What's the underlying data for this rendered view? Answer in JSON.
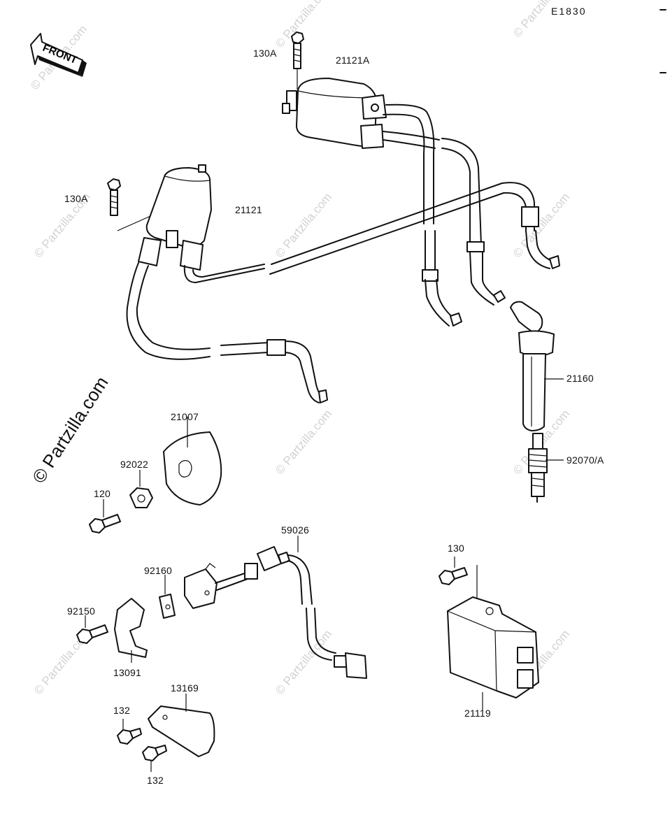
{
  "diagram_code": "E1830",
  "front_label": "FRONT",
  "copyright_watermark": "© Partzilla.com",
  "faint_watermark": "© Partzilla.com",
  "parts": {
    "bolt_130A_top": "130A",
    "coil_21121A": "21121A",
    "bolt_130A_left": "130A",
    "coil_21121": "21121",
    "plug_cap_21160": "21160",
    "spark_plug_92070A": "92070/A",
    "plate_21007": "21007",
    "nut_92022": "92022",
    "bolt_120": "120",
    "pickup_59026": "59026",
    "bolt_130": "130",
    "gasket_92160": "92160",
    "bolt_92150": "92150",
    "bracket_13091": "13091",
    "bracket_13169": "13169",
    "bolt_132_upper": "132",
    "bolt_132_lower": "132",
    "igniter_21119": "21119"
  }
}
